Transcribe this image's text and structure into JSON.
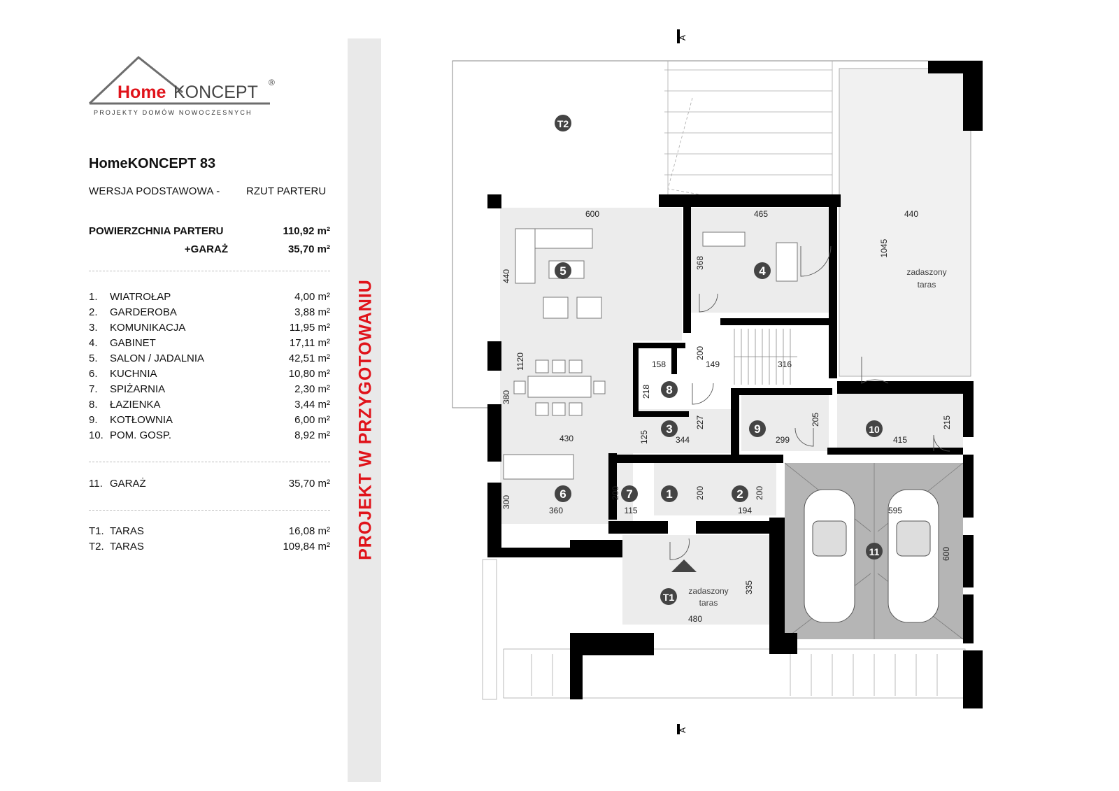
{
  "logo": {
    "brand_home": "Home",
    "brand_koncept": "KONCEPT",
    "registered": "®",
    "tagline": "PROJEKTY DOMÓW NOWOCZESNYCH"
  },
  "project": {
    "name": "HomeKONCEPT 83",
    "version": "WERSJA  PODSTAWOWA  -",
    "view": "RZUT PARTERU"
  },
  "area_summary": {
    "ground_label": "POWIERZCHNIA PARTERU",
    "ground_value": "110,92 m²",
    "garage_label": "+GARAŻ",
    "garage_value": "35,70 m²"
  },
  "rooms": [
    {
      "num": "1.",
      "name": "WIATROŁAP",
      "area": "4,00 m²"
    },
    {
      "num": "2.",
      "name": "GARDEROBA",
      "area": "3,88 m²"
    },
    {
      "num": "3.",
      "name": "KOMUNIKACJA",
      "area": "11,95 m²"
    },
    {
      "num": "4.",
      "name": "GABINET",
      "area": "17,11 m²"
    },
    {
      "num": "5.",
      "name": "SALON / JADALNIA",
      "area": "42,51 m²"
    },
    {
      "num": "6.",
      "name": "KUCHNIA",
      "area": "10,80 m²"
    },
    {
      "num": "7.",
      "name": "SPIŻARNIA",
      "area": "2,30 m²"
    },
    {
      "num": "8.",
      "name": "ŁAZIENKA",
      "area": "3,44 m²"
    },
    {
      "num": "9.",
      "name": "KOTŁOWNIA",
      "area": "6,00 m²"
    },
    {
      "num": "10.",
      "name": "POM. GOSP.",
      "area": "8,92 m²"
    }
  ],
  "garage_row": {
    "num": "11.",
    "name": "GARAŻ",
    "area": "35,70 m²"
  },
  "terraces": [
    {
      "num": "T1.",
      "name": "TARAS",
      "area": "16,08 m²"
    },
    {
      "num": "T2.",
      "name": "TARAS",
      "area": "109,84 m²"
    }
  ],
  "banner": "PROJEKT W PRZYGOTOWANIU",
  "plan": {
    "section_mark": "A",
    "room_markers": [
      "1",
      "2",
      "3",
      "4",
      "5",
      "6",
      "7",
      "8",
      "9",
      "10",
      "11",
      "T1",
      "T2"
    ],
    "dimensions": [
      "600",
      "465",
      "440",
      "1045",
      "440",
      "368",
      "1120",
      "380",
      "430",
      "158",
      "218",
      "149",
      "316",
      "200",
      "125",
      "344",
      "227",
      "205",
      "299",
      "415",
      "215",
      "200",
      "115",
      "200",
      "200",
      "194",
      "360",
      "300",
      "595",
      "600",
      "335",
      "480"
    ],
    "covered_terrace_label": [
      "zadaszony",
      "taras"
    ]
  },
  "colors": {
    "accent_red": "#e0131a",
    "wall": "#000000",
    "room_fill": "#ececec",
    "garage_fill": "#b5b5b5"
  }
}
